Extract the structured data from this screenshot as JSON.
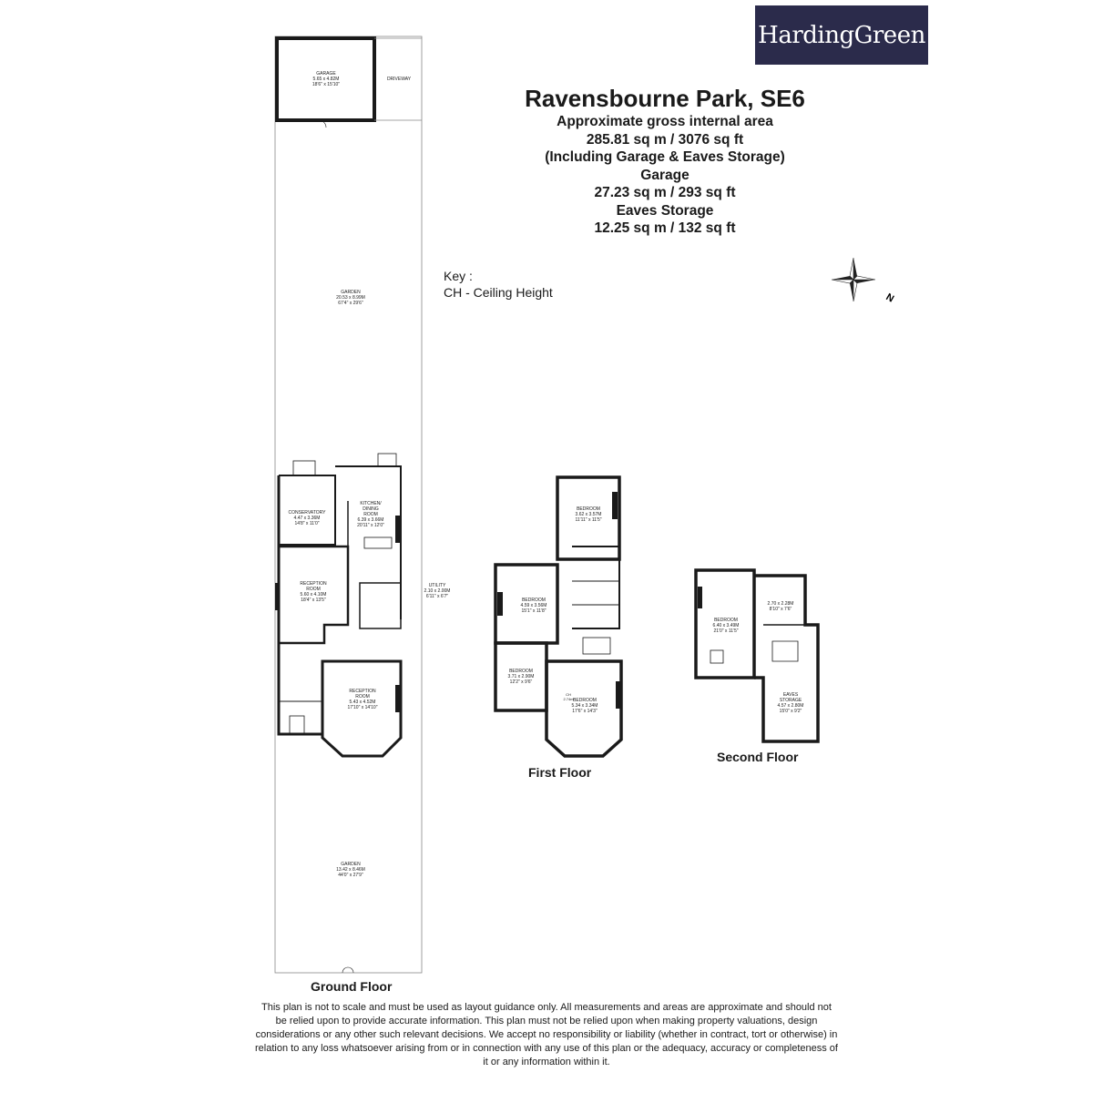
{
  "brand": {
    "logo_text": "HardingGreen",
    "logo_bg": "#2b2b4b"
  },
  "header": {
    "title": "Ravensbourne Park, SE6",
    "lines": [
      "Approximate gross internal area",
      "285.81 sq m /  3076 sq ft",
      "(Including Garage & Eaves Storage)",
      "Garage",
      "27.23 sq m / 293 sq ft",
      "Eaves Storage",
      "12.25 sq m / 132 sq ft"
    ]
  },
  "key": {
    "heading": "Key :",
    "item": "CH - Ceiling Height"
  },
  "compass": {
    "letter": "N"
  },
  "ground_floor": {
    "label": "Ground Floor",
    "rooms": {
      "garage": [
        "GARAGE",
        "5.65 x 4.82M",
        "18'6\" x 15'10\""
      ],
      "driveway": [
        "DRIVEWAY"
      ],
      "garden_rear": [
        "GARDEN",
        "20.53 x 8.99M",
        "67'4\" x 29'6\""
      ],
      "conservatory": [
        "CONSERVATORY",
        "4.47 x 3.36M",
        "14'8\" x 11'0\""
      ],
      "kitchen": [
        "KITCHEN/",
        "DINING",
        "ROOM",
        "6.39 x 3.66M",
        "20'11\" x 12'0\""
      ],
      "reception1": [
        "RECEPTION",
        "ROOM",
        "5.60 x 4.10M",
        "18'4\" x 13'5\""
      ],
      "utility": [
        "UTILITY",
        "2.10 x 2.00M",
        "6'11\" x 6'7\""
      ],
      "reception2": [
        "RECEPTION",
        "ROOM",
        "5.43 x 4.52M",
        "17'10\" x 14'10\""
      ],
      "garden_front": [
        "GARDEN",
        "13.42 x 8.46M",
        "44'0\" x 27'9\""
      ]
    }
  },
  "first_floor": {
    "label": "First Floor",
    "rooms": {
      "bedroom_top": [
        "BEDROOM",
        "3.62 x 3.57M",
        "11'11\" x 11'5\""
      ],
      "bedroom_mid": [
        "BEDROOM",
        "4.59 x 3.56M",
        "15'1\" x 11'8\""
      ],
      "bedroom_small": [
        "BEDROOM",
        "3.71 x 2.90M",
        "12'2\" x 9'6\""
      ],
      "ch_note": [
        "CH",
        "2.74m"
      ],
      "bedroom_front": [
        "BEDROOM",
        "5.34 x 3.34M",
        "17'6\" x 14'3\""
      ]
    }
  },
  "second_floor": {
    "label": "Second Floor",
    "rooms": {
      "bedroom": [
        "BEDROOM",
        "6.40 x 3.49M",
        "21'0\" x 11'5\""
      ],
      "small_room": [
        "2.70 x 2.28M",
        "8'10\" x 7'6\""
      ],
      "eaves": [
        "EAVES",
        "STORAGE",
        "4.57 x 2.80M",
        "15'0\" x 9'2\""
      ]
    }
  },
  "disclaimer": "This plan is not to scale and must be used as layout guidance only. All measurements and areas are approximate and should not be relied upon to provide accurate information. This plan must not be relied upon when making property valuations, design considerations or any other such relevant decisions. We accept no responsibility or liability (whether in contract, tort or otherwise) in relation to any loss whatsoever arising from or in connection with any use of this plan or the adequacy, accuracy or completeness of it or any information within it."
}
